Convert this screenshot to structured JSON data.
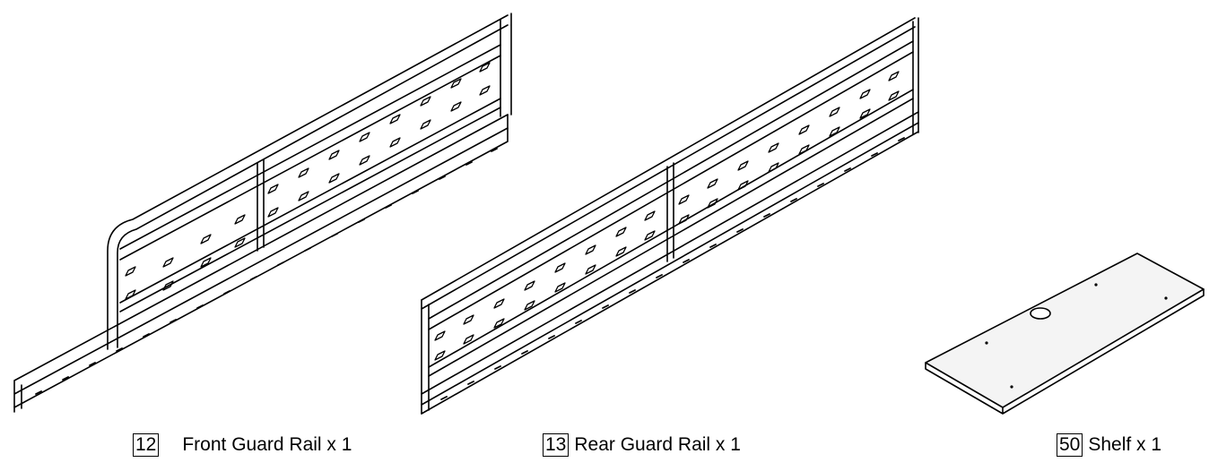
{
  "parts": [
    {
      "number": "12",
      "name": "Front Guard Rail x 1"
    },
    {
      "number": "13",
      "name": "Rear Guard Rail x 1"
    },
    {
      "number": "50",
      "name": "Shelf x 1"
    }
  ],
  "colors": {
    "line": "#000000",
    "fill": "#ffffff",
    "shelf_fill": "#f4f4f4"
  }
}
